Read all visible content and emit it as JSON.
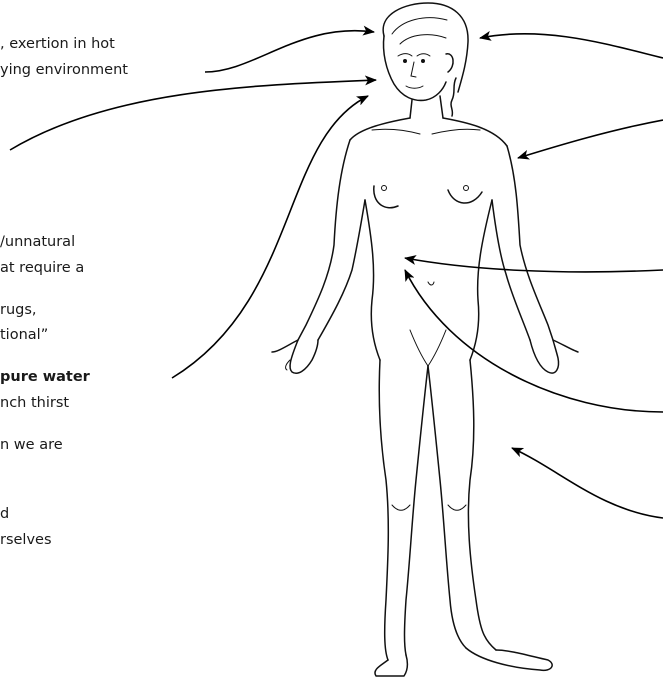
{
  "left_text": {
    "line1": ", exertion in hot",
    "line2": "ying environment",
    "line3": "/unnatural",
    "line4": "at require a",
    "line5": "rugs,",
    "line6": "tional”",
    "line7": "pure water",
    "line8": "nch thirst",
    "line9": "n we are",
    "line10": "d",
    "line11": "rselves"
  },
  "colors": {
    "ink": "#111111",
    "background": "#ffffff"
  }
}
